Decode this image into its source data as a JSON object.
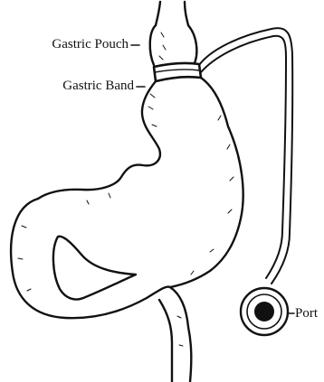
{
  "labels": {
    "gastric_pouch": "Gastric Pouch",
    "gastric_band": "Gastric Band",
    "port": "Port"
  },
  "colors": {
    "ink": "#111111",
    "background": "#ffffff"
  }
}
